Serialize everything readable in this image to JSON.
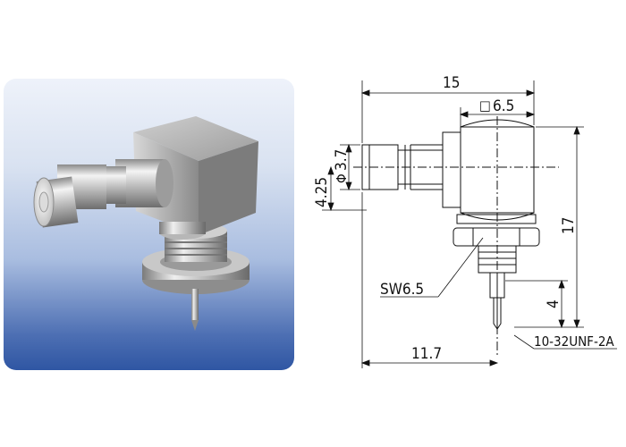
{
  "render": {
    "description_label": ""
  },
  "drawing": {
    "dim_overall_width": "15",
    "dim_body_width": "6.5",
    "dim_body_width_symbol": "□",
    "dim_pin_diameter": "3.7",
    "dim_pin_diameter_symbol": "Φ",
    "dim_axis_height": "4.25",
    "dim_overall_height": "17",
    "dim_wrench_size": "SW6.5",
    "dim_thread_length": "4",
    "dim_axis_offset": "11.7",
    "thread_spec": "10-32UNF-2A"
  },
  "colors": {
    "panel_top": "#eef2fa",
    "panel_bottom": "#2f56a3",
    "metal_light": "#e6e6e6",
    "metal_dark": "#6f6f6f",
    "line": "#111111"
  }
}
